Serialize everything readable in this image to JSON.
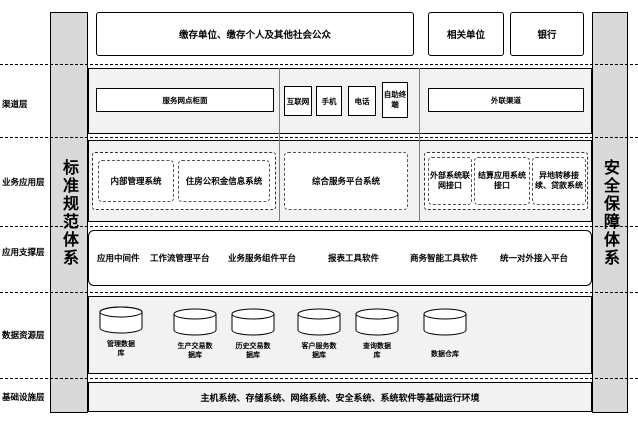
{
  "top": {
    "public": "缴存单位、缴存个人及其他社会公众",
    "related": "相关单位",
    "bank": "银行"
  },
  "pillars": {
    "left": "标准规范体系",
    "right": "安全保障体系"
  },
  "layers": {
    "channel": "渠道层",
    "business": "业务应用层",
    "support": "应用支撑层",
    "data": "数据资源层",
    "infra": "基础设施层"
  },
  "channel": {
    "counter": "服务网点柜面",
    "internet": "互联网",
    "mobile": "手机",
    "phone": "电话",
    "kiosk": "自助终端",
    "external": "外联渠道"
  },
  "business": {
    "internal_mgmt": "内部管理系统",
    "fund_info": "住房公积金信息系统",
    "service_platform": "综合服务平台系统",
    "ext_interface": "外部系统联网接口",
    "settlement": "结算应用系统接口",
    "transfer": "异地转移接续、贷款系统"
  },
  "support": {
    "items": [
      "应用中间件",
      "工作流管理平台",
      "业务服务组件平台",
      "报表工具软件",
      "商务智能工具软件",
      "统一对外接入平台"
    ]
  },
  "data": {
    "databases": [
      "管理数据库",
      "生产交易数据库",
      "历史交易数据库",
      "客户服务数据库",
      "查询数据库",
      "数据仓库"
    ]
  },
  "infra": {
    "text": "主机系统、存储系统、网络系统、安全系统、系统软件等基础运行环境"
  }
}
